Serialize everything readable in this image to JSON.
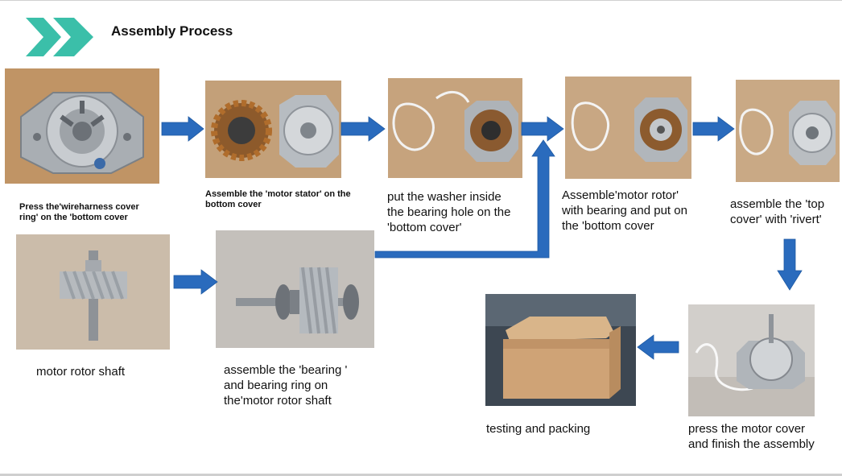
{
  "header": {
    "title": "Assembly Process",
    "accent_color": "#3bbfa9"
  },
  "steps": [
    {
      "caption": "Press the'wireharness cover\nring' on the 'bottom cover"
    },
    {
      "caption": "Assemble the 'motor stator' on the\nbottom cover"
    },
    {
      "caption": "put the washer inside\nthe bearing hole on the\n'bottom cover'"
    },
    {
      "caption": "Assemble'motor rotor'\nwith bearing and put on\nthe 'bottom cover"
    },
    {
      "caption": "assemble the 'top\ncover' with 'rivert'"
    },
    {
      "caption": "press the motor cover\nand finish the assembly"
    },
    {
      "caption": "testing and packing"
    },
    {
      "caption": "motor rotor shaft"
    },
    {
      "caption": "assemble the 'bearing '\nand bearing ring on\nthe'motor rotor shaft"
    }
  ],
  "arrow_color": "#2a6bbd"
}
